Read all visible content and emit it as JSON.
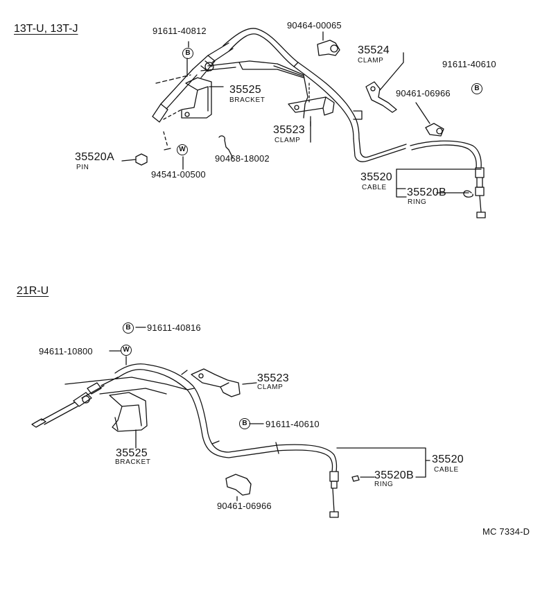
{
  "diagram": {
    "catalog_code": "MC 7334-D",
    "sections": [
      {
        "header": "13T-U, 13T-J",
        "parts": {
          "bolt_top": "91611-40812",
          "clip_top": "90464-00065",
          "clamp_35524_number": "35524",
          "clamp_35524_name": "CLAMP",
          "bolt_right": "91611-40610",
          "bracket_number": "35525",
          "bracket_name": "BRACKET",
          "clip_right": "90461-06966",
          "clamp_35523_number": "35523",
          "clamp_35523_name": "CLAMP",
          "pin_number": "35520A",
          "pin_name": "PIN",
          "washer": "94541-00500",
          "clip_small": "90468-18002",
          "cable_number": "35520",
          "cable_name": "CABLE",
          "ring_number": "35520B",
          "ring_name": "RING"
        },
        "badges": {
          "bolt_top": "B",
          "bolt_right": "B",
          "washer": "W"
        }
      },
      {
        "header": "21R-U",
        "parts": {
          "bolt_top": "91611-40816",
          "washer": "94611-10800",
          "clamp_35523_number": "35523",
          "clamp_35523_name": "CLAMP",
          "bolt_mid": "91611-40610",
          "bracket_number": "35525",
          "bracket_name": "BRACKET",
          "cable_number": "35520",
          "cable_name": "CABLE",
          "ring_number": "35520B",
          "ring_name": "RING",
          "clip_bottom": "90461-06966"
        },
        "badges": {
          "bolt_top": "B",
          "washer": "W",
          "bolt_mid": "B"
        }
      }
    ]
  }
}
